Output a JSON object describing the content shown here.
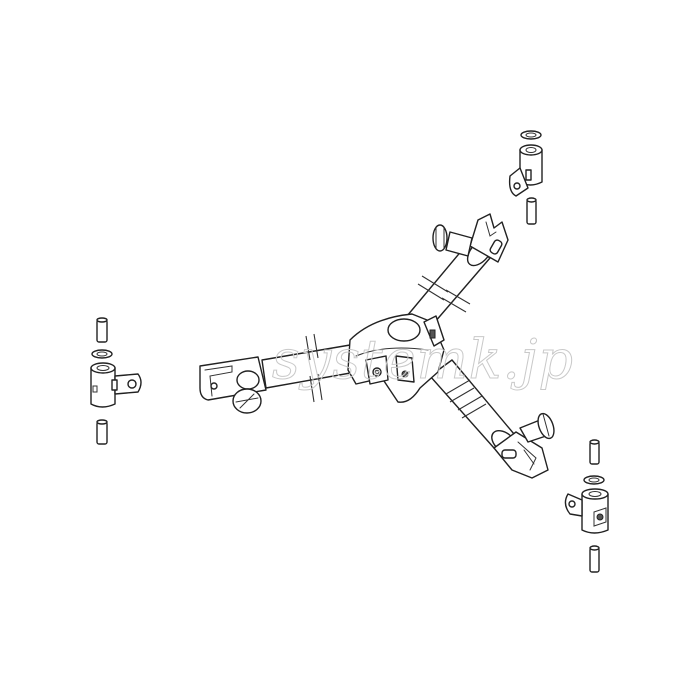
{
  "diagram": {
    "type": "exploded-view technical line drawing",
    "subject": "three-leg spreader / dolly frame with caster mount brackets",
    "background_color": "#ffffff",
    "line_color": "#222222",
    "parts": [
      {
        "id": "center-hub",
        "label": "Center hub"
      },
      {
        "id": "arm-left",
        "label": "Left arm with clamp and knob"
      },
      {
        "id": "arm-upper-right",
        "label": "Upper-right arm with fork end and knob"
      },
      {
        "id": "arm-lower-right",
        "label": "Lower-right arm with fork end and knob"
      },
      {
        "id": "bracket-left",
        "label": "Left caster bracket with pin and washer"
      },
      {
        "id": "bracket-top-right",
        "label": "Top-right caster bracket with washer and pin"
      },
      {
        "id": "bracket-bottom-right",
        "label": "Bottom-right caster bracket with pin and washer"
      }
    ]
  },
  "watermark": {
    "text": "systemk.jp",
    "color": "#c9c9c9"
  }
}
